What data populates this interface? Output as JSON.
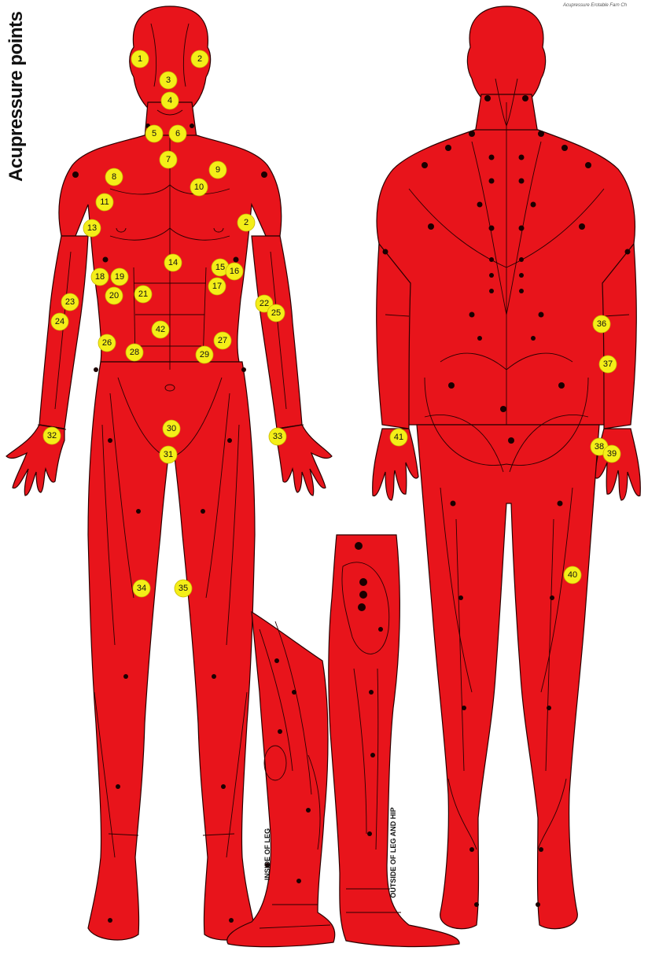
{
  "header": {
    "title": "Acupressure points"
  },
  "credit": "Acupressure Erotable Farn Ch",
  "leg_views": {
    "inside": "INSIDE OF LEG",
    "outside": "OUTSIDE OF LEG AND HIP"
  },
  "colors": {
    "body": "#e8141b",
    "outline": "#2a0000",
    "marker": "#f4ee18",
    "dot": "#1a0000",
    "background": "#ffffff"
  },
  "points": [
    {
      "label": "1"
    },
    {
      "label": "2"
    },
    {
      "label": "3"
    },
    {
      "label": "4"
    },
    {
      "label": "5"
    },
    {
      "label": "6"
    },
    {
      "label": "7"
    },
    {
      "label": "8"
    },
    {
      "label": "9"
    },
    {
      "label": "10"
    },
    {
      "label": "11"
    },
    {
      "label": "2"
    },
    {
      "label": "13"
    },
    {
      "label": "14"
    },
    {
      "label": "15"
    },
    {
      "label": "16"
    },
    {
      "label": "17"
    },
    {
      "label": "18"
    },
    {
      "label": "19"
    },
    {
      "label": "20"
    },
    {
      "label": "21"
    },
    {
      "label": "22"
    },
    {
      "label": "23"
    },
    {
      "label": "24"
    },
    {
      "label": "25"
    },
    {
      "label": "26"
    },
    {
      "label": "27"
    },
    {
      "label": "28"
    },
    {
      "label": "29"
    },
    {
      "label": "30"
    },
    {
      "label": "31"
    },
    {
      "label": "32"
    },
    {
      "label": "33"
    },
    {
      "label": "34"
    },
    {
      "label": "35"
    },
    {
      "label": "36"
    },
    {
      "label": "37"
    },
    {
      "label": "38"
    },
    {
      "label": "39"
    },
    {
      "label": "40"
    },
    {
      "label": "41"
    },
    {
      "label": "42"
    }
  ]
}
